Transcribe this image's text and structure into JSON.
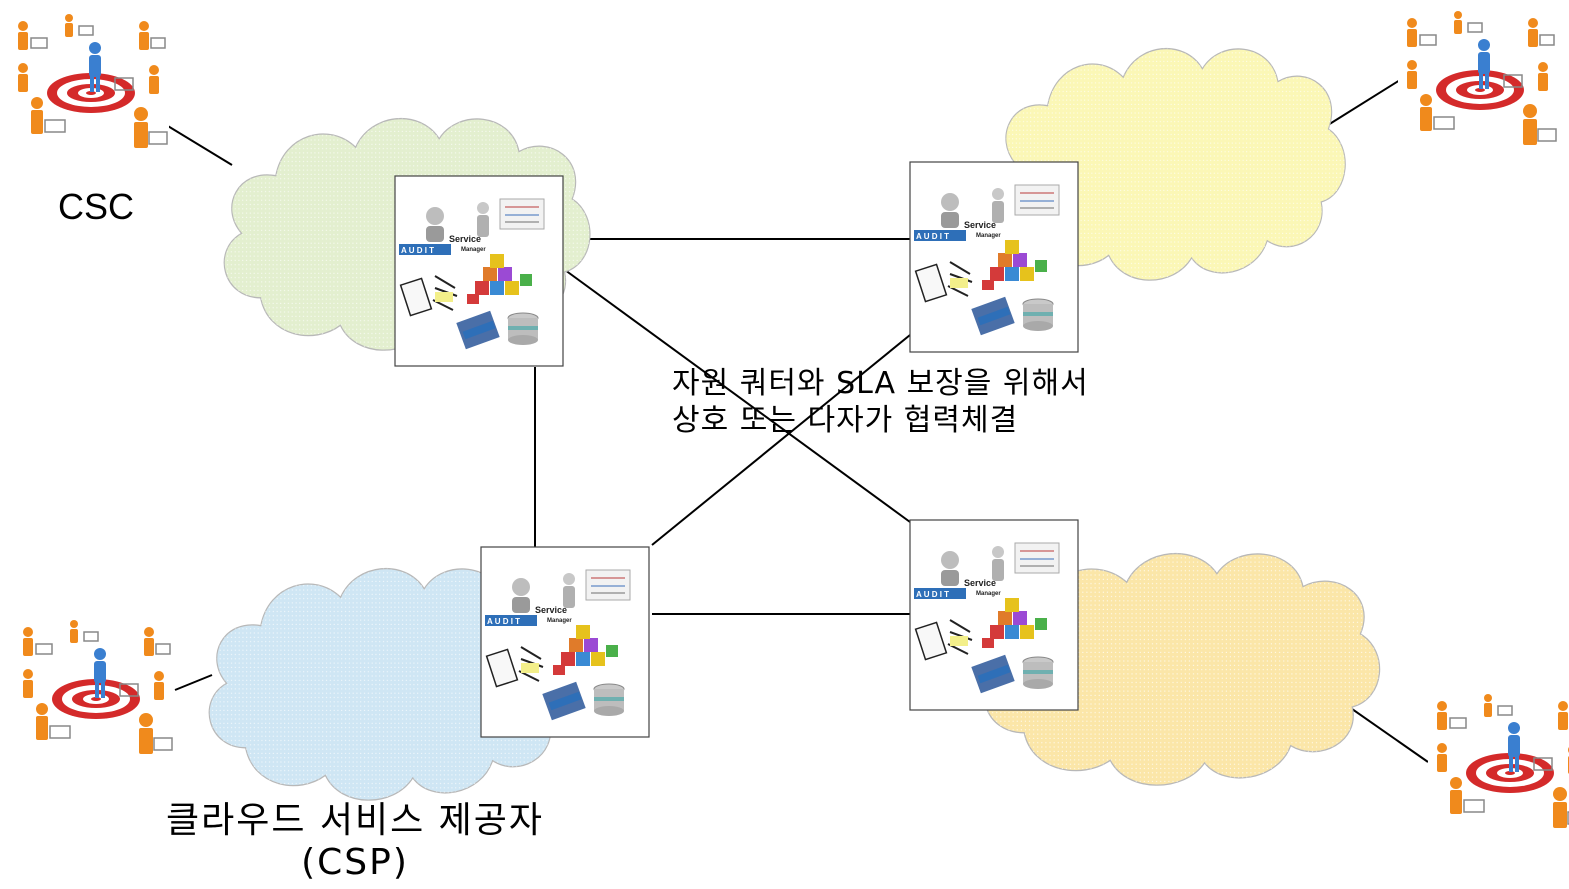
{
  "labels": {
    "customer": "CSC",
    "provider_line1": "클라우드 서비스 제공자",
    "provider_line2": "(CSP)",
    "agreement_line1": "자원 쿼터와 SLA 보장을 위해서",
    "agreement_line2": "상호 또는 다자가 협력체결"
  },
  "node_panel_text": {
    "audit": "A U D I T",
    "service": "Service",
    "manager": "Manager"
  },
  "colors": {
    "cloud_green": "#e3efcf",
    "cloud_yellow": "#fbf7b6",
    "cloud_blue": "#cfe6f4",
    "cloud_orange": "#fbe6a8",
    "audit_blue": "#2e6fb8",
    "target_red": "#d42a2a",
    "person_orange": "#f08a1c",
    "person_blue": "#3a7fd0"
  }
}
